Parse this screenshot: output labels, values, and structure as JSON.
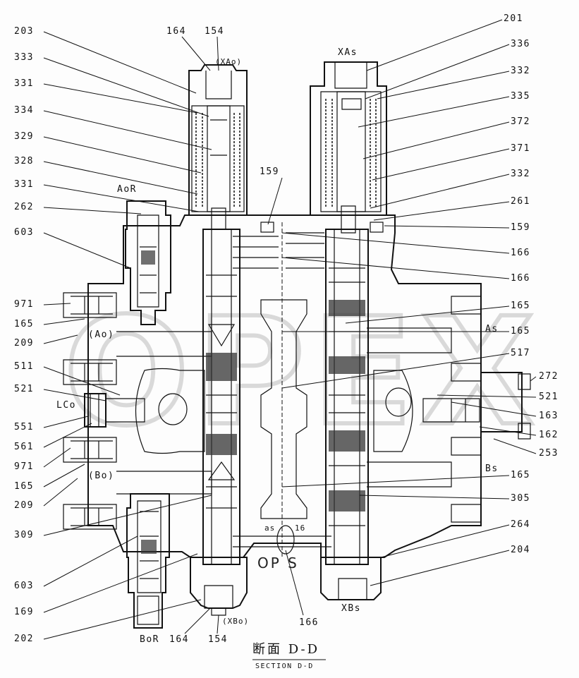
{
  "drawing": {
    "title": "断面 D-D",
    "subtitle": "SECTION D-D",
    "watermark": "OPEX",
    "ops_mark": "OP S",
    "ports": {
      "xao": "(XAo)",
      "xas": "XAs",
      "xbo": "(XBo)",
      "xbs": "XBs",
      "aor": "AoR",
      "bor": "BoR",
      "ao": "(Ao)",
      "bo": "(Bo)",
      "as": "As",
      "bs": "Bs",
      "lco": "LCo",
      "as16": "as",
      "s16": "16"
    },
    "callouts": [
      {
        "id": "c-203",
        "text": "203"
      },
      {
        "id": "c-333",
        "text": "333"
      },
      {
        "id": "c-331a",
        "text": "331"
      },
      {
        "id": "c-334",
        "text": "334"
      },
      {
        "id": "c-329",
        "text": "329"
      },
      {
        "id": "c-328",
        "text": "328"
      },
      {
        "id": "c-331b",
        "text": "331"
      },
      {
        "id": "c-262",
        "text": "262"
      },
      {
        "id": "c-603a",
        "text": "603"
      },
      {
        "id": "c-971a",
        "text": "971"
      },
      {
        "id": "c-165a",
        "text": "165"
      },
      {
        "id": "c-209a",
        "text": "209"
      },
      {
        "id": "c-511",
        "text": "511"
      },
      {
        "id": "c-521a",
        "text": "521"
      },
      {
        "id": "c-551",
        "text": "551"
      },
      {
        "id": "c-561",
        "text": "561"
      },
      {
        "id": "c-971b",
        "text": "971"
      },
      {
        "id": "c-165b",
        "text": "165"
      },
      {
        "id": "c-209b",
        "text": "209"
      },
      {
        "id": "c-309",
        "text": "309"
      },
      {
        "id": "c-603b",
        "text": "603"
      },
      {
        "id": "c-169",
        "text": "169"
      },
      {
        "id": "c-202",
        "text": "202"
      },
      {
        "id": "c-164a",
        "text": "164"
      },
      {
        "id": "c-154a",
        "text": "154"
      },
      {
        "id": "c-164b",
        "text": "164"
      },
      {
        "id": "c-154b",
        "text": "154"
      },
      {
        "id": "c-159a",
        "text": "159"
      },
      {
        "id": "c-166c",
        "text": "166"
      },
      {
        "id": "c-201",
        "text": "201"
      },
      {
        "id": "c-336",
        "text": "336"
      },
      {
        "id": "c-332a",
        "text": "332"
      },
      {
        "id": "c-335",
        "text": "335"
      },
      {
        "id": "c-372",
        "text": "372"
      },
      {
        "id": "c-371",
        "text": "371"
      },
      {
        "id": "c-332b",
        "text": "332"
      },
      {
        "id": "c-261",
        "text": "261"
      },
      {
        "id": "c-159b",
        "text": "159"
      },
      {
        "id": "c-166a",
        "text": "166"
      },
      {
        "id": "c-166b",
        "text": "166"
      },
      {
        "id": "c-165c",
        "text": "165"
      },
      {
        "id": "c-165d",
        "text": "165"
      },
      {
        "id": "c-517",
        "text": "517"
      },
      {
        "id": "c-272",
        "text": "272"
      },
      {
        "id": "c-521b",
        "text": "521"
      },
      {
        "id": "c-163",
        "text": "163"
      },
      {
        "id": "c-162",
        "text": "162"
      },
      {
        "id": "c-253",
        "text": "253"
      },
      {
        "id": "c-165e",
        "text": "165"
      },
      {
        "id": "c-305",
        "text": "305"
      },
      {
        "id": "c-264",
        "text": "264"
      },
      {
        "id": "c-204",
        "text": "204"
      }
    ]
  }
}
